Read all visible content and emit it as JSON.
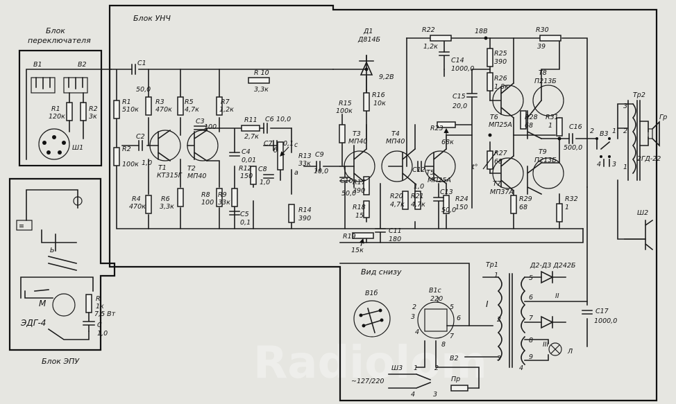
{
  "blocks": {
    "switch": "Блок переключателя",
    "switch_line1": "Блок",
    "switch_line2": "переключателя",
    "umzch": "Блок УНЧ",
    "epu": "Блок ЭПУ",
    "bottom_view": "Вид снизу"
  },
  "switches": {
    "v1": "В1",
    "v2": "В2",
    "v3": "В3",
    "v1b": "В1б",
    "v1c": "В1с",
    "v2b": "В2"
  },
  "connectors": {
    "sh1": "Ш1",
    "sh2": "Ш2",
    "sh3": "Ш3"
  },
  "mains": {
    "label": "~127/220",
    "fuse": "Пр",
    "v220": "220",
    "v127": "127"
  },
  "motor": {
    "m": "М",
    "model": "ЭДГ-4",
    "r": "R",
    "r_val": "1к",
    "r_pw": "7,5 Вт",
    "c": "С",
    "c_val": "1,0"
  },
  "resistors": [
    {
      "id": "r1sw",
      "name": "R1",
      "value": "120к"
    },
    {
      "id": "r2sw",
      "name": "R2",
      "value": "3к"
    },
    {
      "id": "r1",
      "name": "R1",
      "value": "510к"
    },
    {
      "id": "r2",
      "name": "R2",
      "value": "100к"
    },
    {
      "id": "r3",
      "name": "R3",
      "value": "470к"
    },
    {
      "id": "r4",
      "name": "R4",
      "value": "470к"
    },
    {
      "id": "r5",
      "name": "R5",
      "value": "4,7к"
    },
    {
      "id": "r6",
      "name": "R6",
      "value": "3,3к"
    },
    {
      "id": "r7",
      "name": "R7",
      "value": "1,2к"
    },
    {
      "id": "r8",
      "name": "R8",
      "value": "100"
    },
    {
      "id": "r9",
      "name": "R9",
      "value": "33к"
    },
    {
      "id": "r10",
      "name": "R 10",
      "value": "3,3к"
    },
    {
      "id": "r11",
      "name": "R11",
      "value": "2,7к"
    },
    {
      "id": "r12",
      "name": "R12",
      "value": "150"
    },
    {
      "id": "r13",
      "name": "R13",
      "value": "33к"
    },
    {
      "id": "r14",
      "name": "R14",
      "value": "390"
    },
    {
      "id": "r15",
      "name": "R15",
      "value": "100к"
    },
    {
      "id": "r16",
      "name": "R16",
      "value": "10к"
    },
    {
      "id": "r17",
      "name": "R17",
      "value": "390"
    },
    {
      "id": "r18",
      "name": "R18",
      "value": "15"
    },
    {
      "id": "r19",
      "name": "R19",
      "value": "15к"
    },
    {
      "id": "r20",
      "name": "R20",
      "value": "4,7к"
    },
    {
      "id": "r21",
      "name": "R21",
      "value": "4,7к"
    },
    {
      "id": "r22",
      "name": "R22",
      "value": "1,2к"
    },
    {
      "id": "r23",
      "name": "R23",
      "value": "68к"
    },
    {
      "id": "r24",
      "name": "R24",
      "value": "150"
    },
    {
      "id": "r25",
      "name": "R25",
      "value": "390"
    },
    {
      "id": "r26",
      "name": "R26",
      "value": "1,8к"
    },
    {
      "id": "r27",
      "name": "R27",
      "value": "68"
    },
    {
      "id": "r28",
      "name": "R28",
      "value": "68"
    },
    {
      "id": "r29",
      "name": "R29",
      "value": "68"
    },
    {
      "id": "r30",
      "name": "R30",
      "value": "39"
    },
    {
      "id": "r31",
      "name": "R31",
      "value": "1"
    },
    {
      "id": "r32",
      "name": "R32",
      "value": "1"
    }
  ],
  "capacitors": [
    {
      "id": "c1",
      "name": "С1",
      "value": "50,0"
    },
    {
      "id": "c2",
      "name": "С2",
      "value": "1,0"
    },
    {
      "id": "c3",
      "name": "С3",
      "value": "100"
    },
    {
      "id": "c4",
      "name": "С4",
      "value": "0,01"
    },
    {
      "id": "c5",
      "name": "С5",
      "value": "0,1"
    },
    {
      "id": "c6",
      "name": "С6",
      "value": "10,0"
    },
    {
      "id": "c7",
      "name": "С7",
      "value": "0,1"
    },
    {
      "id": "c8",
      "name": "С8",
      "value": "1,0"
    },
    {
      "id": "c9",
      "name": "С9",
      "value": "10,0"
    },
    {
      "id": "c10",
      "name": "С10",
      "value": "50,0"
    },
    {
      "id": "c11",
      "name": "С11",
      "value": "180"
    },
    {
      "id": "c12",
      "name": "С12",
      "value": "1,0"
    },
    {
      "id": "c13",
      "name": "С13",
      "value": "50,0"
    },
    {
      "id": "c14",
      "name": "С14",
      "value": "1000,0"
    },
    {
      "id": "c15",
      "name": "С15",
      "value": "20,0"
    },
    {
      "id": "c16",
      "name": "С16",
      "value": "500,0"
    },
    {
      "id": "c17",
      "name": "С17",
      "value": "1000,0"
    }
  ],
  "transistors": [
    {
      "id": "t1",
      "name": "Т1",
      "type": "КТ315Г"
    },
    {
      "id": "t2",
      "name": "Т2",
      "type": "МП40"
    },
    {
      "id": "t3",
      "name": "Т3",
      "type": "МП40"
    },
    {
      "id": "t4",
      "name": "Т4",
      "type": "МП40"
    },
    {
      "id": "t5",
      "name": "Т5",
      "type": "МП25А"
    },
    {
      "id": "t6",
      "name": "Т6",
      "type": "МП25А"
    },
    {
      "id": "t7",
      "name": "Т7",
      "type": "МП37А"
    },
    {
      "id": "t8",
      "name": "Т8",
      "type": "П213Б"
    },
    {
      "id": "t9",
      "name": "Т9",
      "type": "П213Б"
    }
  ],
  "diodes": {
    "d1": "Д1",
    "d1_type": "Д814Б",
    "d2d3": "Д2-Д3 Д242Б"
  },
  "voltages": {
    "v92": "9,2В",
    "v18": "18В"
  },
  "transformers": {
    "tr1": "Тр1",
    "tr2": "Тр2",
    "w1": "I",
    "w2": "II",
    "w3": "III"
  },
  "speaker": {
    "gr": "Гр",
    "model": "2ГД-22"
  },
  "lamp": "Л",
  "pins": [
    "1",
    "2",
    "3",
    "4",
    "5",
    "6",
    "7",
    "8",
    "9"
  ],
  "pot_letters": {
    "a": "а",
    "b": "б",
    "c": "с"
  },
  "tc": "t°",
  "watermark": "Radiolom"
}
